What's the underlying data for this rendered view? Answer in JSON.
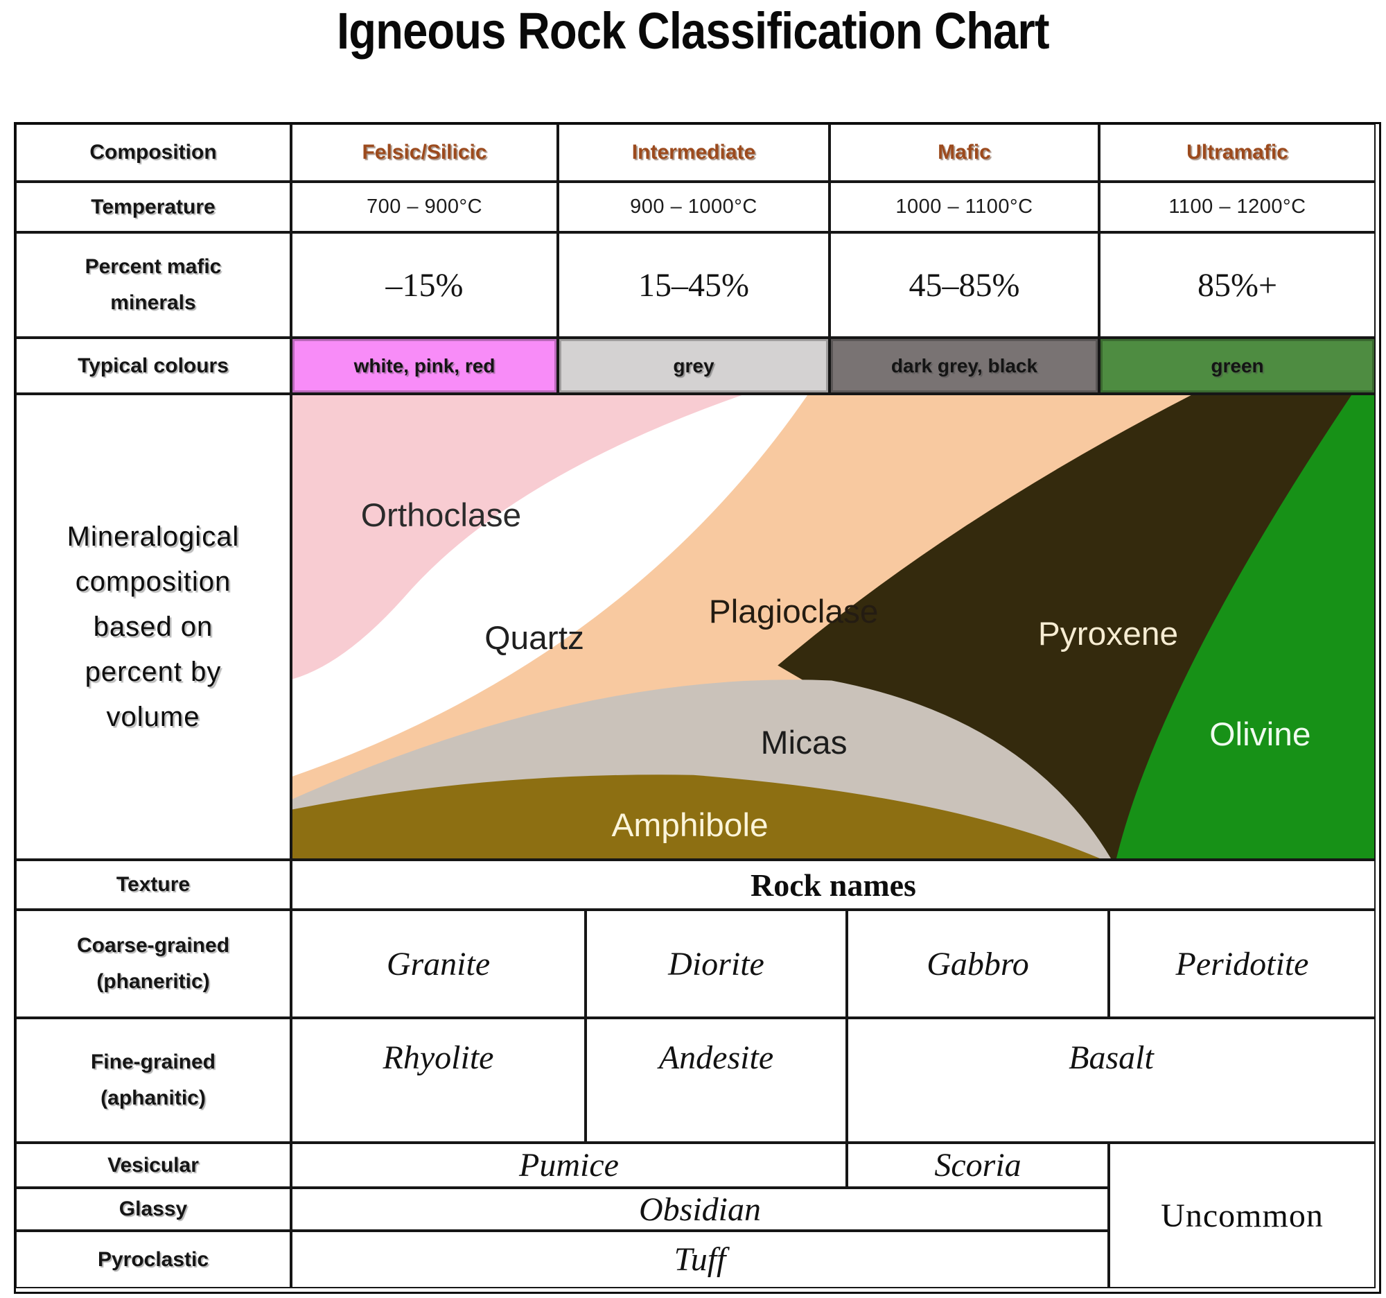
{
  "title": "Igneous Rock Classification Chart",
  "row_labels": {
    "composition": "Composition",
    "temperature": "Temperature",
    "percent_mafic": "Percent mafic minerals",
    "typical_colours": "Typical colours",
    "mineralogical_lines": [
      "Mineralogical",
      "composition",
      "based on",
      "percent by",
      "volume"
    ],
    "texture": "Texture",
    "coarse_grained": "Coarse-grained (phaneritic)",
    "fine_grained": "Fine-grained (aphanitic)",
    "vesicular": "Vesicular",
    "glassy": "Glassy",
    "pyroclastic": "Pyroclastic"
  },
  "columns": [
    {
      "name": "Felsic/Silicic",
      "temperature": "700 – 900°C",
      "percent_mafic": "–15%",
      "colour_label": "white, pink, red",
      "colour_bg": "#f88cf8"
    },
    {
      "name": "Intermediate",
      "temperature": "900 – 1000°C",
      "percent_mafic": "15–45%",
      "colour_label": "grey",
      "colour_bg": "#d4d2d2"
    },
    {
      "name": "Mafic",
      "temperature": "1000 – 1100°C",
      "percent_mafic": "45–85%",
      "colour_label": "dark grey, black",
      "colour_bg": "#797373"
    },
    {
      "name": "Ultramafic",
      "temperature": "1100 – 1200°C",
      "percent_mafic": "85%+",
      "colour_label": "green",
      "colour_bg": "#4e8c41"
    }
  ],
  "mineral_diagram": {
    "orthoclase": {
      "label": "Orthoclase",
      "color": "#f8ccd2"
    },
    "quartz": {
      "label": "Quartz",
      "color": "#ffffff"
    },
    "plagioclase": {
      "label": "Plagioclase",
      "color": "#f8c9a0"
    },
    "pyroxene": {
      "label": "Pyroxene",
      "color": "#342a0d"
    },
    "micas": {
      "label": "Micas",
      "color": "#cac2ba"
    },
    "amphibole": {
      "label": "Amphibole",
      "color": "#8d6f12"
    },
    "olivine": {
      "label": "Olivine",
      "color": "#179117"
    }
  },
  "rock_names": {
    "header": "Rock names",
    "coarse": [
      "Granite",
      "Diorite",
      "Gabbro",
      "Peridotite"
    ],
    "fine": [
      "Rhyolite",
      "Andesite",
      "Basalt"
    ],
    "vesicular": [
      "Pumice",
      "Scoria"
    ],
    "glassy": "Obsidian",
    "pyroclastic": "Tuff",
    "uncommon": "Uncommon"
  }
}
